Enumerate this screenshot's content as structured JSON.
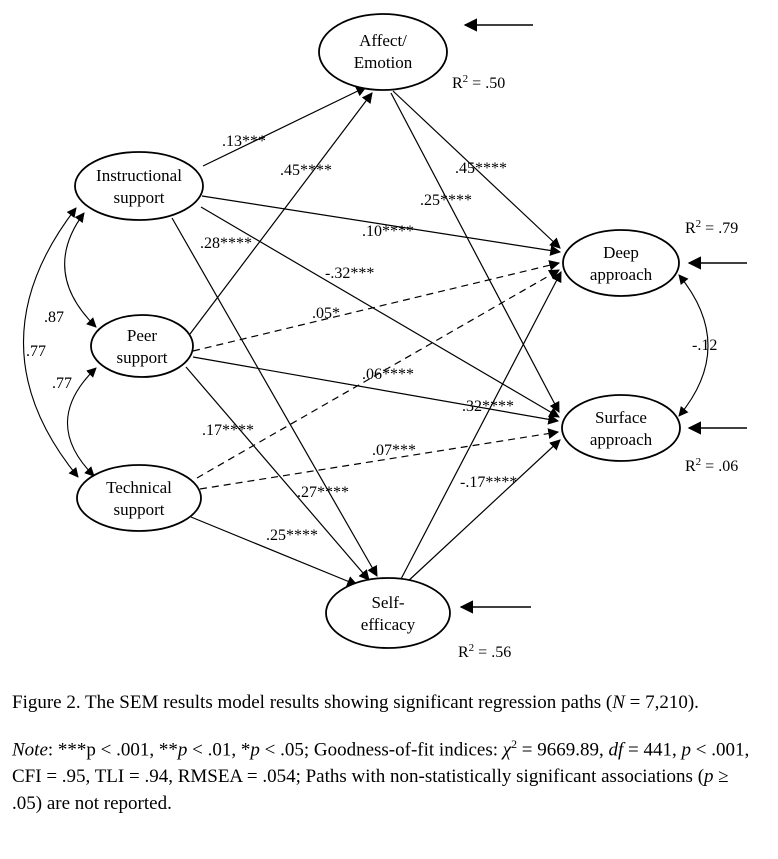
{
  "figure": {
    "nodes": [
      {
        "id": "affect",
        "label_line1": "Affect/",
        "label_line2": "Emotion",
        "r2": {
          "pre": "R",
          "sup": "2",
          "post": " = .50"
        }
      },
      {
        "id": "instructional",
        "label_line1": "Instructional",
        "label_line2": "support"
      },
      {
        "id": "peer",
        "label_line1": "Peer",
        "label_line2": "support"
      },
      {
        "id": "technical",
        "label_line1": "Technical",
        "label_line2": "support"
      },
      {
        "id": "deep",
        "label_line1": "Deep",
        "label_line2": "approach",
        "r2": {
          "pre": "R",
          "sup": "2",
          "post": " = .79"
        }
      },
      {
        "id": "surface",
        "label_line1": "Surface",
        "label_line2": "approach",
        "r2": {
          "pre": "R",
          "sup": "2",
          "post": " = .06"
        }
      },
      {
        "id": "self",
        "label_line1": "Self-",
        "label_line2": "efficacy",
        "r2": {
          "pre": "R",
          "sup": "2",
          "post": " = .56"
        }
      }
    ],
    "edges": [
      {
        "from": "instructional",
        "to": "affect",
        "label": ".13***",
        "style": "solid"
      },
      {
        "from": "peer",
        "to": "affect",
        "label": ".45****",
        "style": "solid"
      },
      {
        "from": "affect",
        "to": "deep",
        "label": ".45****",
        "style": "solid"
      },
      {
        "from": "affect",
        "to": "surface",
        "label": ".25****",
        "style": "solid"
      },
      {
        "from": "instructional",
        "to": "deep",
        "label": ".10****",
        "style": "solid"
      },
      {
        "from": "instructional",
        "to": "self",
        "label": ".28****",
        "style": "solid"
      },
      {
        "from": "instructional",
        "to": "surface",
        "label": "-.32***",
        "style": "solid"
      },
      {
        "from": "peer",
        "to": "deep",
        "label": ".05*",
        "style": "dashed"
      },
      {
        "from": "peer",
        "to": "surface",
        "label": ".06****",
        "style": "solid"
      },
      {
        "from": "technical",
        "to": "deep",
        "label": ".17****",
        "style": "dashed"
      },
      {
        "from": "self",
        "to": "deep",
        "label": ".32****",
        "style": "solid"
      },
      {
        "from": "technical",
        "to": "surface",
        "label": ".07***",
        "style": "dashed"
      },
      {
        "from": "peer",
        "to": "self",
        "label": ".27****",
        "style": "solid"
      },
      {
        "from": "technical",
        "to": "self",
        "label": ".25****",
        "style": "solid"
      },
      {
        "from": "self",
        "to": "surface",
        "label": "-.17****",
        "style": "solid"
      }
    ],
    "correlations": [
      {
        "between": "instructional-peer",
        "label": ".87"
      },
      {
        "between": "instructional-technical",
        "label": ".77"
      },
      {
        "between": "peer-technical",
        "label": ".77"
      },
      {
        "between": "deep-surface",
        "label": "-.12"
      }
    ]
  },
  "caption": {
    "segments": [
      {
        "t": "Figure 2. The SEM results model results showing significant regression paths ("
      },
      {
        "t": "N",
        "i": true
      },
      {
        "t": " = 7,210)."
      }
    ]
  },
  "note": {
    "segments": [
      {
        "t": "Note",
        "i": true
      },
      {
        "t": ": ***p < .001, **"
      },
      {
        "t": "p",
        "i": true
      },
      {
        "t": " < .01, *"
      },
      {
        "t": "p",
        "i": true
      },
      {
        "t": " < .05; Goodness-of-fit indices: "
      },
      {
        "t": "χ",
        "i": true
      },
      {
        "t": "2",
        "sup": true
      },
      {
        "t": " = 9669.89, "
      },
      {
        "t": "df",
        "i": true
      },
      {
        "t": " = 441, "
      },
      {
        "t": "p",
        "i": true
      },
      {
        "t": " < .001, CFI = .95, TLI = .94, RMSEA = .054; Paths with non-statistically significant associations ("
      },
      {
        "t": "p",
        "i": true
      },
      {
        "t": " ≥ .05) are not reported."
      }
    ]
  }
}
